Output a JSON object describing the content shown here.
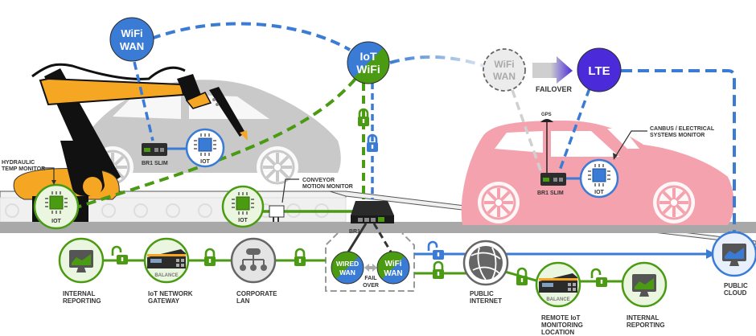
{
  "colors": {
    "blue": "#3a7bd5",
    "green": "#4a9a12",
    "green_light": "#e9f5df",
    "lte_purple": "#4b2bd9",
    "orange": "#f5a623",
    "grey_car": "#c9c9c9",
    "pink_car": "#f4a3ae",
    "conveyor": "#a8a8a8",
    "faded": "#d0d0d0"
  },
  "nodes": {
    "wifi_wan_top": {
      "line1": "WiFi",
      "line2": "WAN"
    },
    "iot_wifi": {
      "line1": "IoT",
      "line2": "WiFi"
    },
    "wifi_wan_faded": {
      "line1": "WiFi",
      "line2": "WAN"
    },
    "lte": {
      "label": "LTE"
    },
    "wired_wan": {
      "line1": "WIRED",
      "line2": "WAN"
    },
    "wifi_wan_bottom": {
      "line1": "WiFi",
      "line2": "WAN"
    }
  },
  "failover_top": "FAILOVER",
  "failover_bottom": {
    "line1": "FAIL",
    "line2": "OVER"
  },
  "devices": {
    "br1_slim_left": "BR1 SLIM",
    "br1_slim_right": "BR1 SLIM",
    "br1": "BR1",
    "gps": "GPS",
    "iot": "IOT"
  },
  "annotations": {
    "hydraulic": {
      "line1": "HYDRAULIC",
      "line2": "TEMP MONITOR"
    },
    "conveyor": {
      "line1": "CONVEYOR",
      "line2": "MOTION MONITOR"
    },
    "canbus": {
      "line1": "CANBUS / ELECTRICAL",
      "line2": "SYSTEMS MONITOR"
    }
  },
  "bottom_nodes": [
    {
      "id": "internal-reporting-left",
      "line1": "INTERNAL",
      "line2": "REPORTING",
      "line3": ""
    },
    {
      "id": "iot-network-gateway",
      "line1": "IoT NETWORK",
      "line2": "GATEWAY",
      "line3": "",
      "badge": "BALANCE"
    },
    {
      "id": "corporate-lan",
      "line1": "CORPORATE",
      "line2": "LAN",
      "line3": ""
    },
    {
      "id": "public-internet",
      "line1": "PUBLIC",
      "line2": "INTERNET",
      "line3": ""
    },
    {
      "id": "remote-iot-monitoring",
      "line1": "REMOTE IoT",
      "line2": "MONITORING",
      "line3": "LOCATION",
      "badge": "BALANCE"
    },
    {
      "id": "internal-reporting-right",
      "line1": "INTERNAL",
      "line2": "REPORTING",
      "line3": ""
    },
    {
      "id": "public-cloud",
      "line1": "PUBLIC",
      "line2": "CLOUD",
      "line3": ""
    }
  ]
}
